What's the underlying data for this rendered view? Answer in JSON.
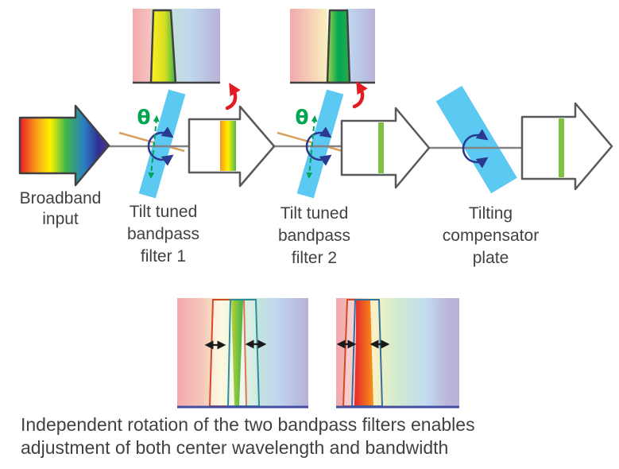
{
  "figure": {
    "type": "optics-diagram",
    "symbols": {
      "theta": "θ"
    },
    "labels": {
      "broadband_input": "Broadband\ninput",
      "filter1": "Tilt tuned\nbandpass\nfilter 1",
      "filter2": "Tilt tuned\nbandpass\nfilter 2",
      "compensator": "Tilting\ncompensator\nplate"
    },
    "caption": "Independent rotation of the two bandpass filters enables\nadjustment of both center wavelength and bandwidth",
    "icons": [
      "rotation-arrow-icon",
      "red-curved-arrow-icon",
      "double-headed-arrow-icon",
      "theta-angle-icon"
    ],
    "colors": {
      "filter_plate_blue": "#5BC9F1",
      "rotation_navy": "#2B3990",
      "red_arrow": "#E31B23",
      "theta_green": "#00A651",
      "tilt_axis_tan": "#D9A05F",
      "optical_axis_gray": "#808285",
      "arrow_outline": "#58595B",
      "text": "#414042",
      "spectrum_pink": "#F3A9AE",
      "spectrum_lavender": "#B7B2D8",
      "passband_green": "#4CB749",
      "baseline_navy": "#444FA0"
    }
  }
}
